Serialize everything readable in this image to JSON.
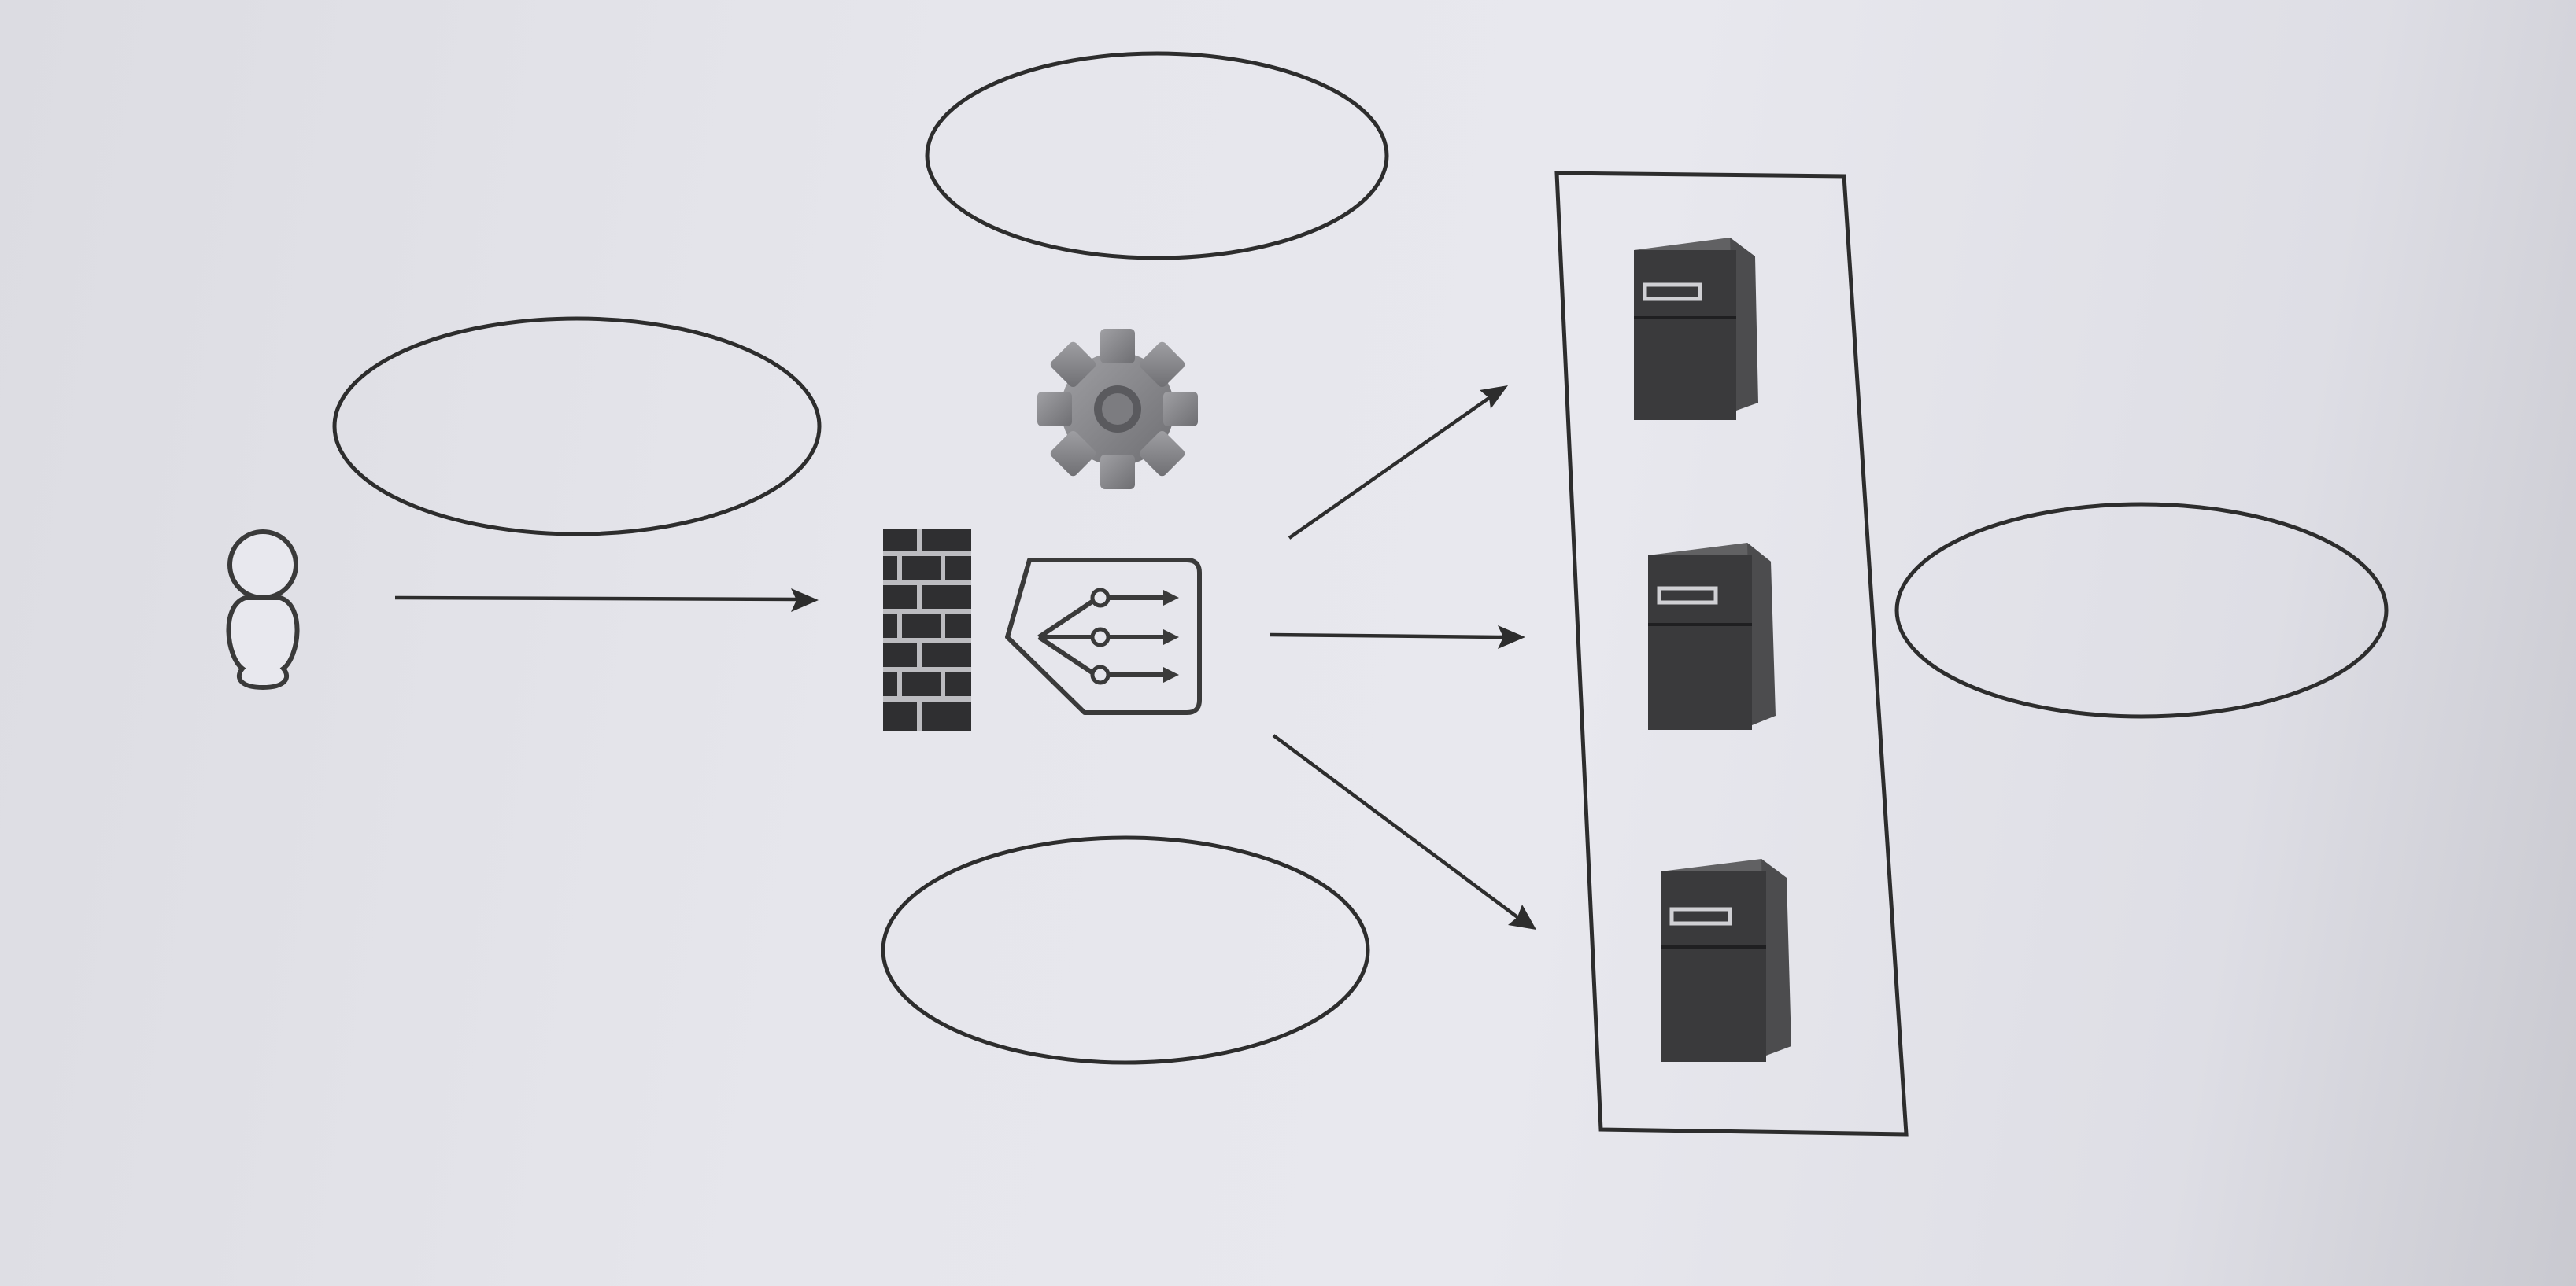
{
  "colors": {
    "paper": "#e4e4ea",
    "ink": "#2d2d2d",
    "server_dark": "#3a3a3c",
    "server_light": "#5c5c5e",
    "gear": "#8a8a8e"
  },
  "nodes": [
    {
      "id": "user",
      "icon": "person-icon"
    },
    {
      "id": "firewall",
      "icon": "firewall-icon"
    },
    {
      "id": "config",
      "icon": "gear-icon"
    },
    {
      "id": "load-balancer",
      "icon": "load-balancer-icon"
    },
    {
      "id": "server-1",
      "icon": "server-icon"
    },
    {
      "id": "server-2",
      "icon": "server-icon"
    },
    {
      "id": "server-3",
      "icon": "server-icon"
    }
  ],
  "empty_labels": [
    "ellipse-user",
    "ellipse-top",
    "ellipse-bottom",
    "ellipse-right"
  ],
  "edges": [
    {
      "from": "user",
      "to": "firewall"
    },
    {
      "from": "load-balancer",
      "to": "server-1"
    },
    {
      "from": "load-balancer",
      "to": "server-2"
    },
    {
      "from": "load-balancer",
      "to": "server-3"
    }
  ]
}
